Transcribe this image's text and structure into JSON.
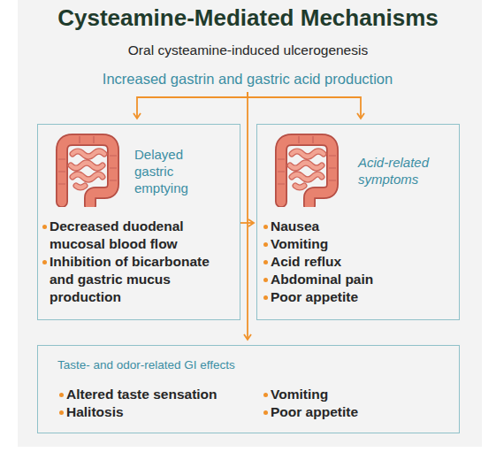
{
  "diagram": {
    "title": "Cysteamine-Mediated Mechanisms",
    "nodes": [
      {
        "text": [
          "Increased gastrin and gastric acid production"
        ]
      },
      {
        "text": [
          "Delayed gastric emptying",
          "Decreased duodenal mucosal blood flow",
          "Inhibition of bicarbonate and gastric mucus production"
        ]
      },
      {
        "text": [
          "Acid-related symptoms",
          "Nausea",
          "Vomiting",
          "Acid reflux",
          "Abdominal pain",
          "Poor appetite"
        ]
      },
      {
        "text": [
          "Taste- and odor-related GI effects",
          "Altered taste sensation",
          "Halitosis",
          "Vomiting",
          "Poor appetite"
        ]
      }
    ],
    "edges": [
      {
        "from": 0,
        "to": 1,
        "arrow": "to"
      },
      {
        "from": 0,
        "to": 2,
        "arrow": "to"
      },
      {
        "from": 0,
        "to": 3,
        "arrow": "to"
      },
      {
        "from": 1,
        "to": 2,
        "arrow": "to"
      }
    ],
    "labels": [
      "Oral cysteamine-induced ulcerogenesis"
    ]
  }
}
